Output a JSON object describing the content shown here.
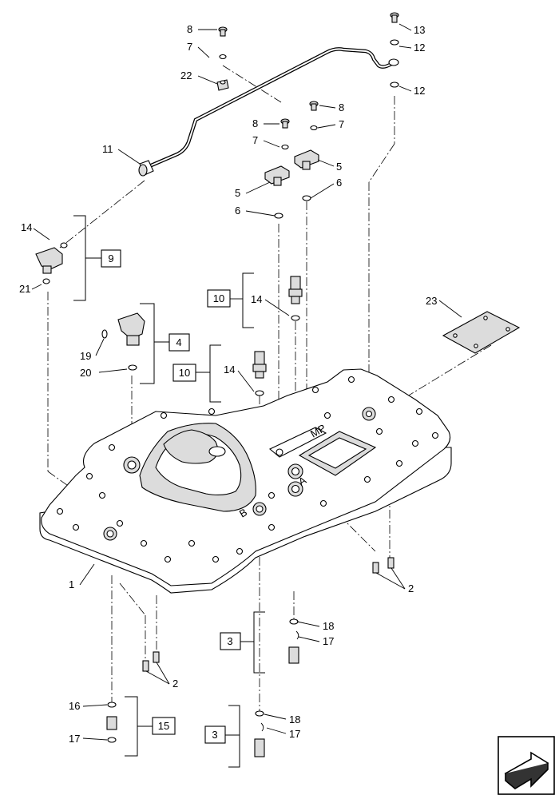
{
  "callouts": {
    "c1": "1",
    "c2a": "2",
    "c2b": "2",
    "c3a": "3",
    "c3b": "3",
    "c4": "4",
    "c5a": "5",
    "c5b": "5",
    "c6a": "6",
    "c6b": "6",
    "c7a": "7",
    "c7b": "7",
    "c7c": "7",
    "c8a": "8",
    "c8b": "8",
    "c8c": "8",
    "c9": "9",
    "c10a": "10",
    "c10b": "10",
    "c11": "11",
    "c12a": "12",
    "c12b": "12",
    "c13": "13",
    "c14a": "14",
    "c14b": "14",
    "c14c": "14",
    "c15": "15",
    "c16": "16",
    "c17a": "17",
    "c17b": "17",
    "c17c": "17",
    "c18a": "18",
    "c18b": "18",
    "c19": "19",
    "c20": "20",
    "c21": "21",
    "c22": "22",
    "c23": "23"
  },
  "plate_markings": {
    "port_a": "A",
    "port_b": "B",
    "port_mp": "MP"
  },
  "icons": {
    "orientation": "orientation-arrow-icon"
  }
}
